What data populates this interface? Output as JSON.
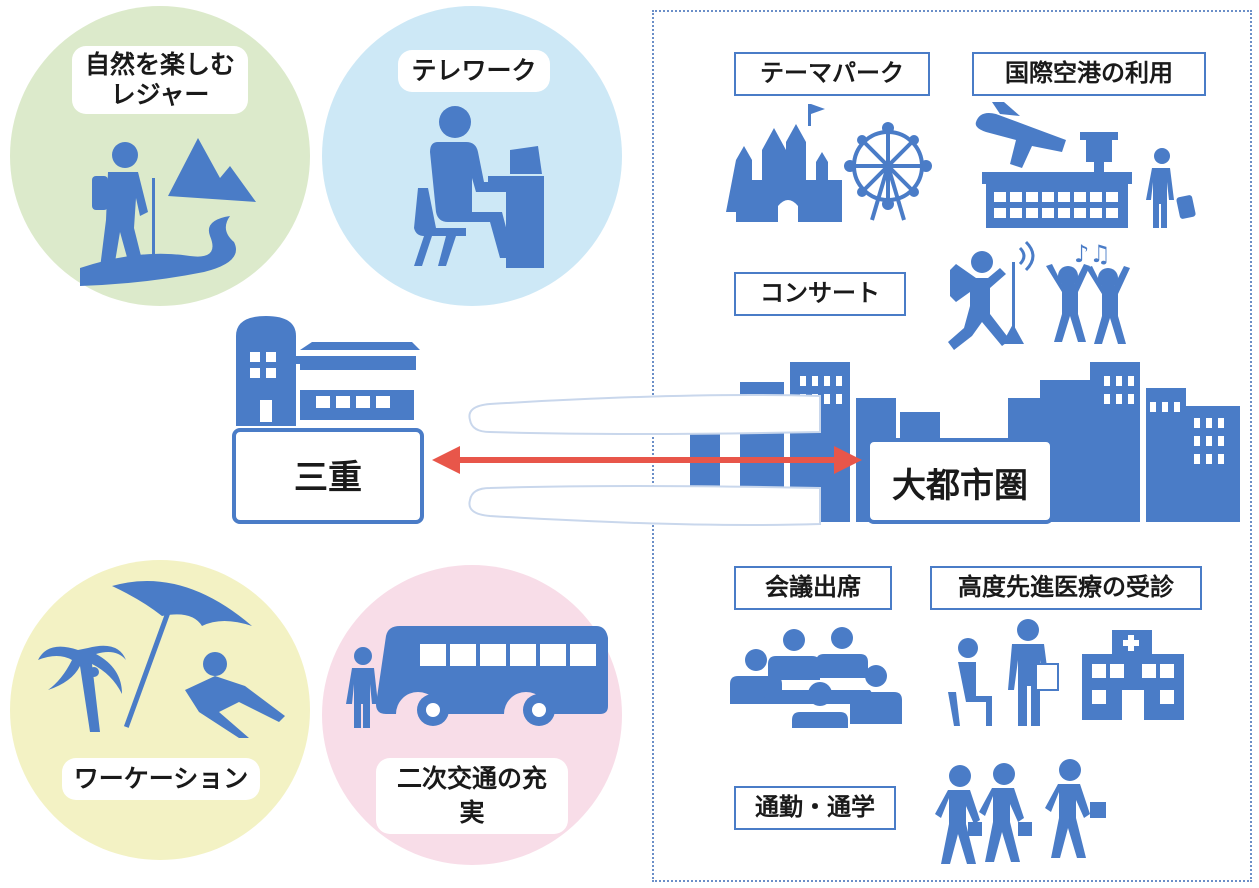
{
  "colors": {
    "icon": "#4a7cc7",
    "circle_nature": "#dceacb",
    "circle_telework": "#cde8f6",
    "circle_workation": "#f3f2c4",
    "circle_transport": "#f8dde8",
    "arrow": "#e8564a"
  },
  "circles": {
    "nature_leisure": "自然を楽しむ\nレジャー",
    "telework": "テレワーク",
    "workation": "ワーケーション",
    "secondary_transport": "二次交通の充実"
  },
  "nodes": {
    "origin": "三重",
    "destination": "大都市圏"
  },
  "activities": {
    "theme_park": "テーマパーク",
    "airport": "国際空港の利用",
    "concert": "コンサート",
    "meeting": "会議出席",
    "medical": "高度先進医療の受診",
    "commute": "通勤・通学"
  },
  "icons": [
    "hiker-icon",
    "mountain-icon",
    "laptop-worker-icon",
    "beach-umbrella-icon",
    "palm-tree-icon",
    "bus-icon",
    "station-icon",
    "train-icon",
    "city-skyline-icon",
    "castle-icon",
    "ferris-wheel-icon",
    "airplane-icon",
    "airport-terminal-icon",
    "traveler-icon",
    "singer-icon",
    "audience-icon",
    "meeting-icon",
    "doctor-patient-icon",
    "hospital-icon",
    "commuters-icon"
  ]
}
